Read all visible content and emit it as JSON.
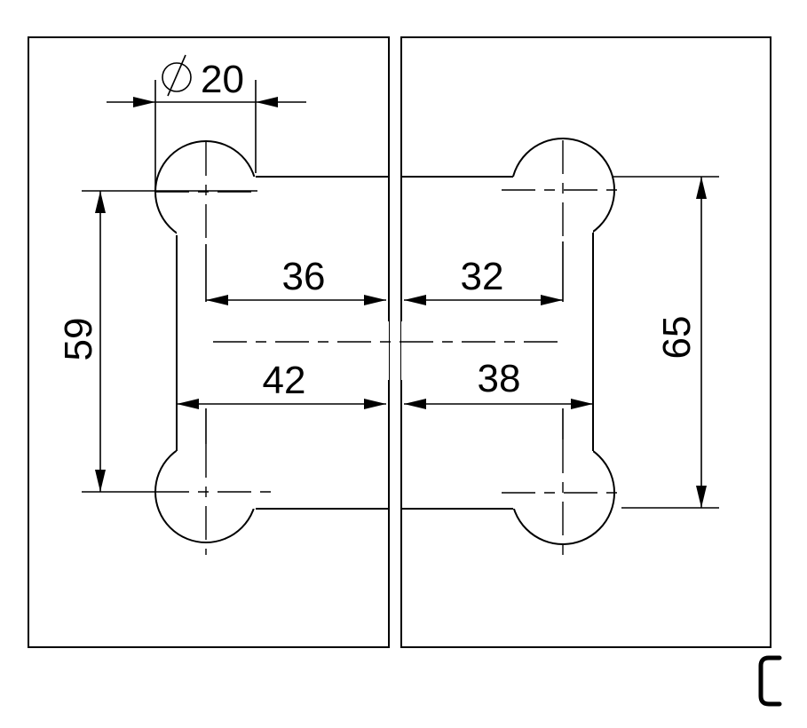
{
  "diagram": {
    "type": "glass-to-glass hinge dimension drawing",
    "colors": {
      "glass": "#bfe1f4",
      "glass_highlight": "#ffffff",
      "plate": "#ffffff",
      "line": "#000000"
    },
    "labels": {
      "hole_diameter_symbol": "∅",
      "hole_diameter": "20",
      "left_hole_spacing": "59",
      "right_hole_spacing": "65",
      "left_top_offset": "36",
      "right_top_offset": "32",
      "left_bottom_offset": "42",
      "right_bottom_offset": "38",
      "corner_mark": "C"
    }
  }
}
